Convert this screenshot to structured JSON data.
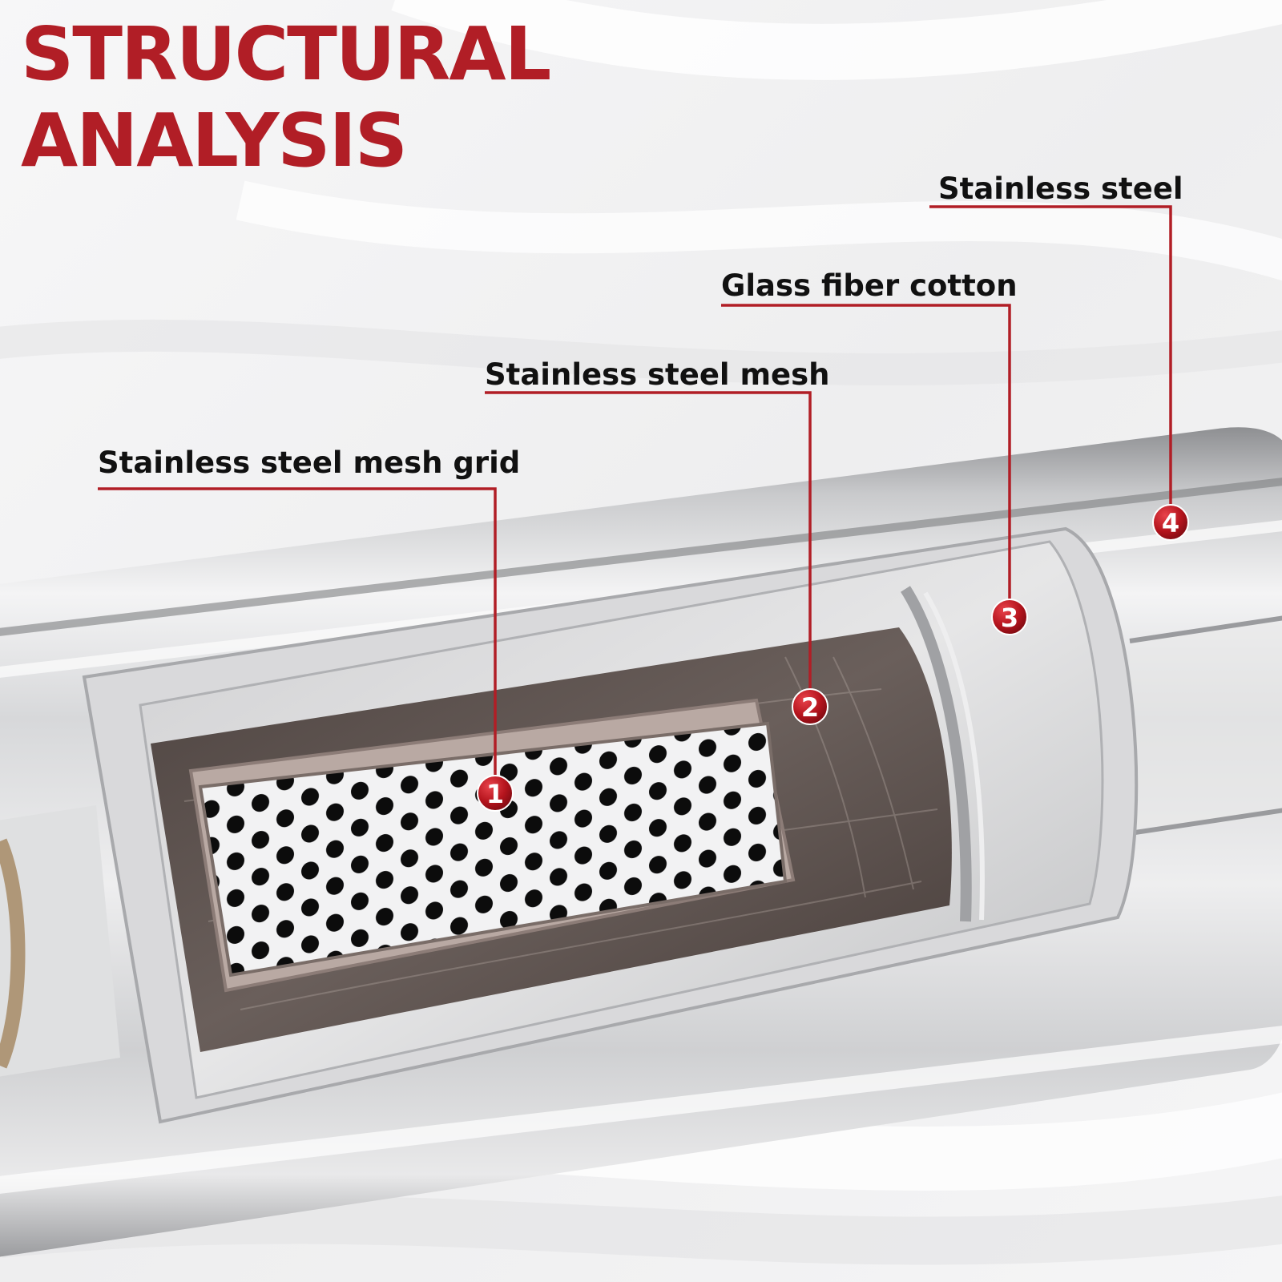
{
  "header": {
    "title_line_1": "STRUCTURAL",
    "title_line_2": "ANALYSIS"
  },
  "callouts": [
    {
      "number": "1",
      "label": "Stainless steel mesh grid"
    },
    {
      "number": "2",
      "label": "Stainless steel mesh"
    },
    {
      "number": "3",
      "label": "Glass fiber cotton"
    },
    {
      "number": "4",
      "label": "Stainless steel"
    }
  ],
  "colors": {
    "accent": "#b11e26",
    "label_text": "#111111",
    "background": "#f3f3f4"
  }
}
